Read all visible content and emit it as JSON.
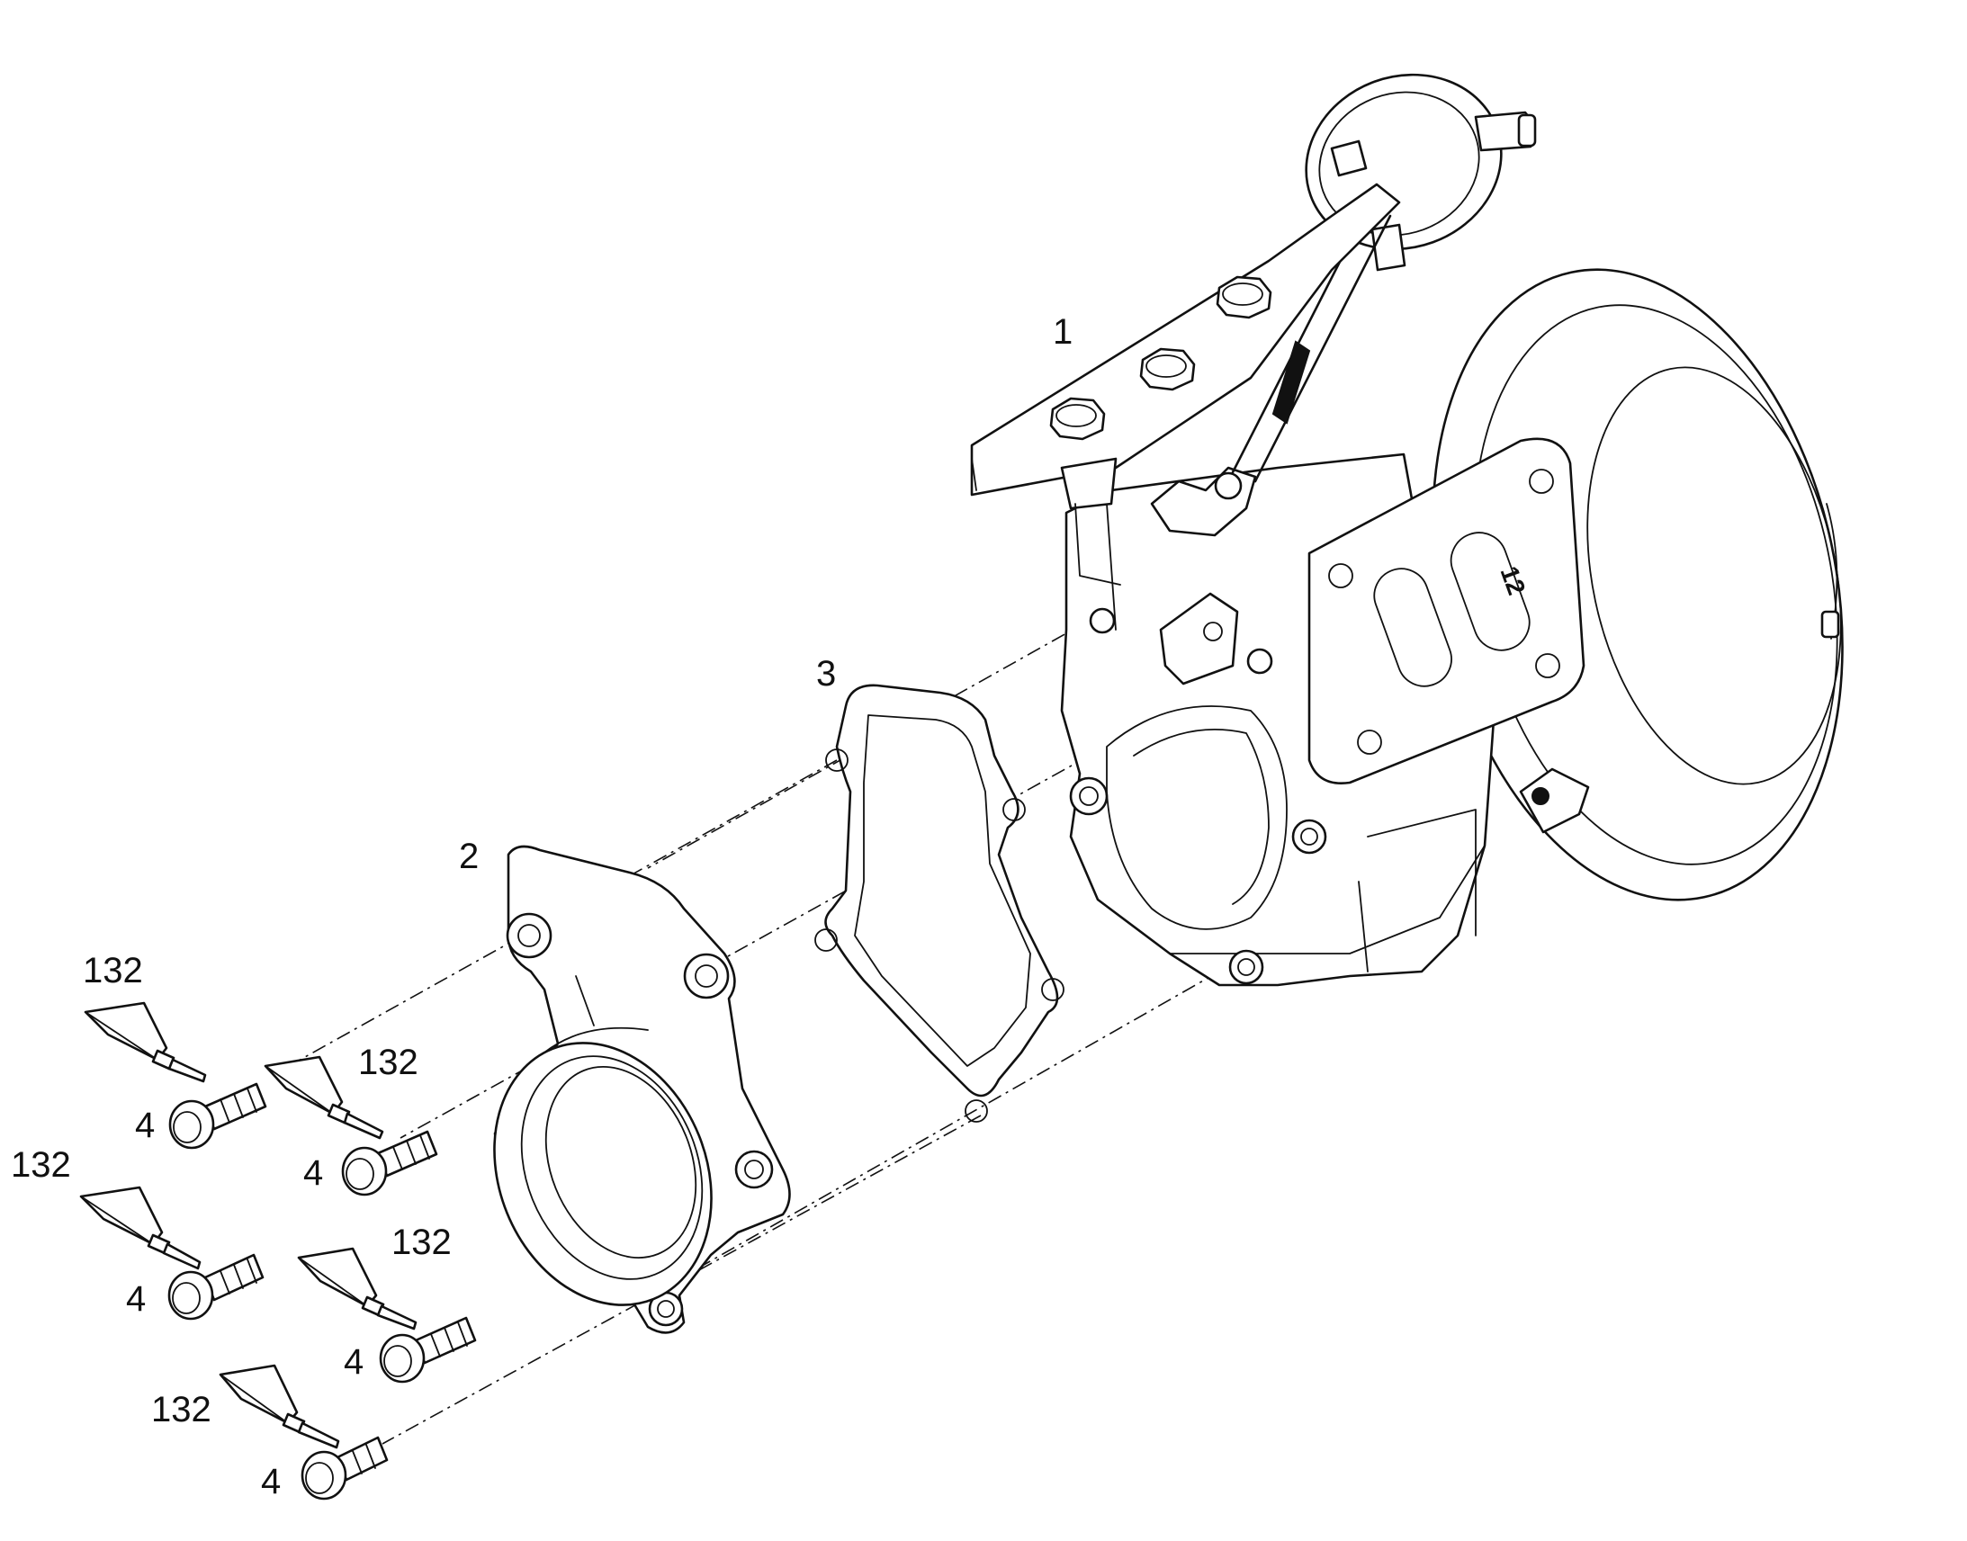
{
  "callouts": {
    "turbocharger": "1",
    "adapter": "2",
    "gasket": "3",
    "screw_1": "4",
    "screw_2": "4",
    "screw_3": "4",
    "screw_4": "4",
    "screw_5": "4",
    "compound_1": "132",
    "compound_2": "132",
    "compound_3": "132",
    "compound_4": "132",
    "compound_5": "132"
  },
  "flange_marking": "12"
}
